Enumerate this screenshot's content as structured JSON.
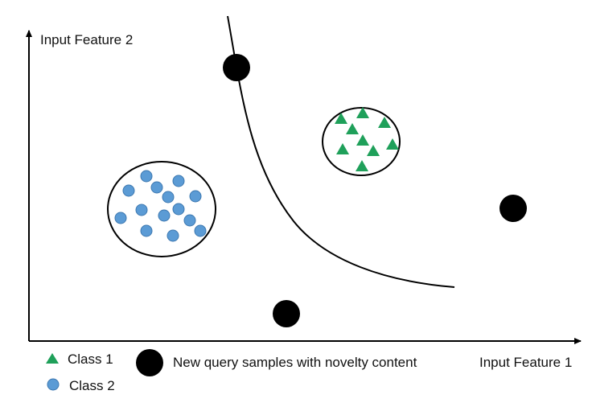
{
  "axes": {
    "y_label": "Input Feature 2",
    "x_label": "Input Feature 1"
  },
  "legend": {
    "class1_label": "Class 1",
    "class2_label": "Class 2",
    "query_label": "New query samples with novelty content"
  },
  "colors": {
    "class1": "#1fa05a",
    "class2": "#5b9bd5",
    "class2_stroke": "#3d78b0",
    "query": "#000000",
    "line": "#000000"
  },
  "icons": {
    "class1": "green-triangle",
    "class2": "blue-circle",
    "query": "black-circle"
  }
}
